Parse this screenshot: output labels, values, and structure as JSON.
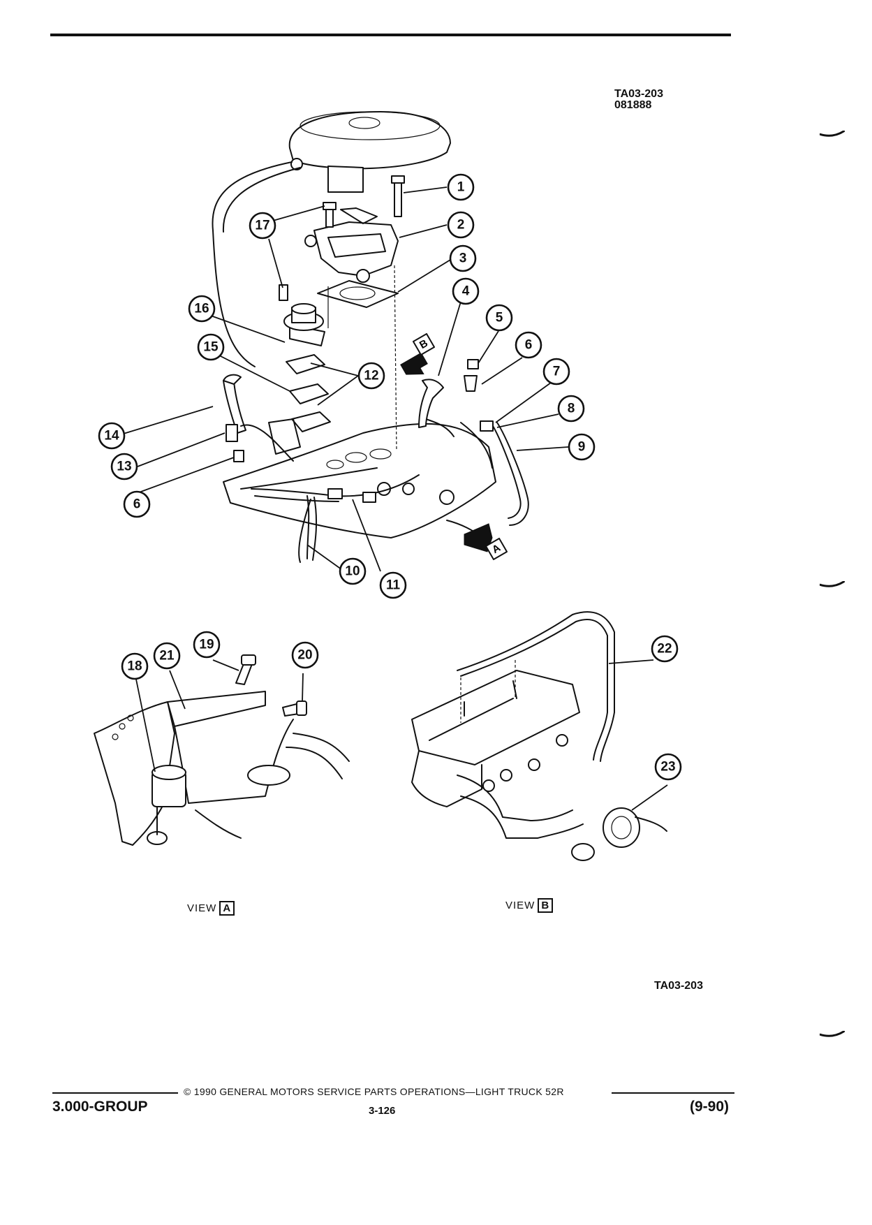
{
  "figure_code": "TA03-203",
  "figure_date_code": "081888",
  "figure_id_bottom": "TA03-203",
  "callouts": [
    "1",
    "2",
    "3",
    "4",
    "5",
    "6",
    "7",
    "8",
    "9",
    "10",
    "11",
    "12",
    "13",
    "14",
    "6",
    "15",
    "16",
    "17",
    "18",
    "19",
    "20",
    "21",
    "22",
    "23"
  ],
  "views": {
    "a": {
      "word": "VIEW",
      "letter": "A"
    },
    "b": {
      "word": "VIEW",
      "letter": "B"
    },
    "arrow_a_letter": "A",
    "arrow_b_letter": "B"
  },
  "footer": {
    "copyright": "© 1990 GENERAL MOTORS SERVICE PARTS OPERATIONS—LIGHT TRUCK 52R",
    "group": "3.000-GROUP",
    "page": "3-126",
    "date": "(9-90)"
  }
}
